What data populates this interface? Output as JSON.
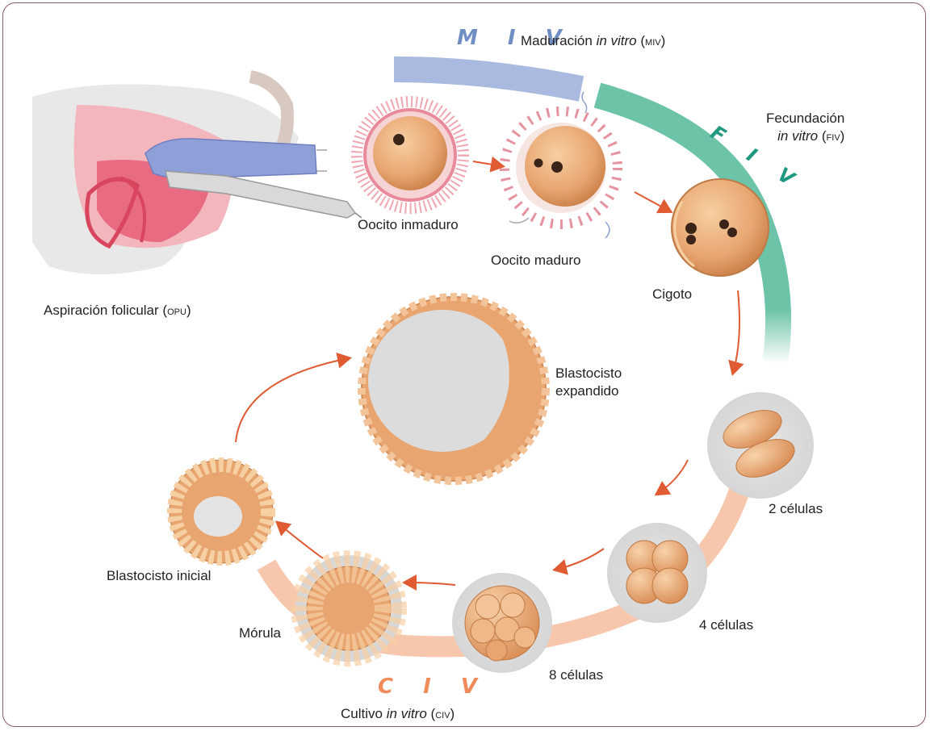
{
  "labels": {
    "miv_abbr": "M I V",
    "miv_title": "Maduración",
    "miv_italic": "in vitro",
    "miv_open": "(",
    "miv_code": "MIV",
    "miv_close": ")",
    "fiv_abbr": "F I V",
    "fiv_line1": "Fecundación",
    "fiv_italic": "in vitro",
    "fiv_open": "(",
    "fiv_code": "FIV",
    "fiv_close": ")",
    "civ_abbr": "C I V",
    "civ_title": "Cultivo",
    "civ_italic": "in vitro",
    "civ_open": "(",
    "civ_code": "CIV",
    "civ_close": ")",
    "opu_title": "Aspiración folicular",
    "opu_open": "(",
    "opu_code": "OPU",
    "opu_close": ")",
    "oocito_inmaduro": "Oocito inmaduro",
    "oocito_maduro": "Oocito maduro",
    "cigoto": "Cigoto",
    "dos_celulas": "2 células",
    "cuatro_celulas": "4 células",
    "ocho_celulas": "8 células",
    "morula": "Mórula",
    "blastocisto_inicial": "Blastocisto inicial",
    "blastocisto_expandido_1": "Blastocisto",
    "blastocisto_expandido_2": "expandido"
  },
  "colors": {
    "miv_band": "#a9b9e0",
    "miv_text": "#6f8fc4",
    "fiv_band": "#6cc3a8",
    "fiv_text": "#1f9a80",
    "civ_band": "#f7c7ad",
    "civ_text": "#ef8c5a",
    "arrow": "#e05a32",
    "embryo": "#e9a874",
    "embryo_light": "#f3c49a",
    "embryo_dark": "#c7814f",
    "cell_bg": "#e2e2e2",
    "zona": "#f0a7b2",
    "frame": "#8a5a6a"
  },
  "icons": [
    "ovary-illustration",
    "ultrasound-probe-icon",
    "aspiration-needle-icon",
    "sperm-icon",
    "arrow-icon"
  ]
}
